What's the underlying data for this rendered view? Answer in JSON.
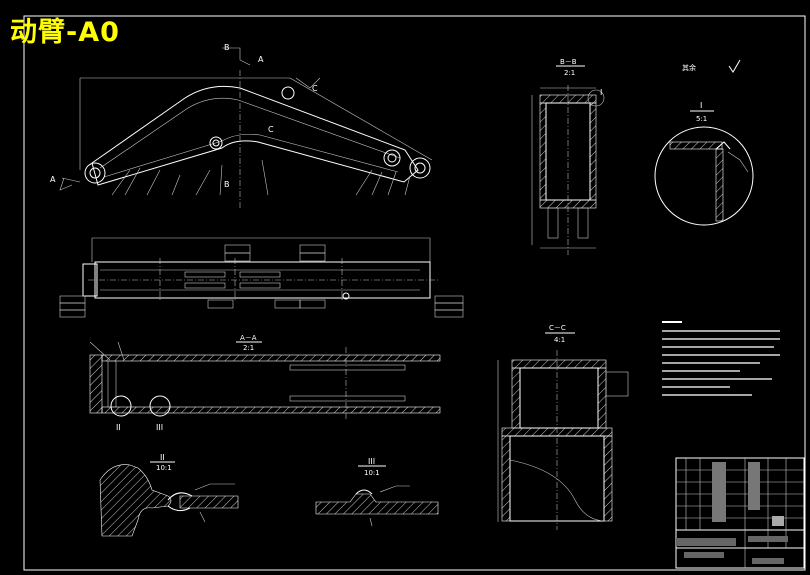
{
  "title": "动臂-A0",
  "views": {
    "section_b": "B－B",
    "section_b_scale": "2:1",
    "section_a": "A－A",
    "section_a_scale": "2:1",
    "section_c": "C－C",
    "section_c_scale": "4:1",
    "detail_i": "I",
    "detail_i_scale": "5:1",
    "detail_ii": "II",
    "detail_ii_scale": "10:1",
    "detail_iii": "III",
    "detail_iii_scale": "10:1",
    "detail_roman_2": "II",
    "detail_roman_3": "III",
    "roughness_note": "其余"
  },
  "section_markers": {
    "a_left": "A",
    "a_top": "A",
    "b_top": "B",
    "b_bottom": "B",
    "c_top": "C",
    "c_bottom": "C"
  }
}
